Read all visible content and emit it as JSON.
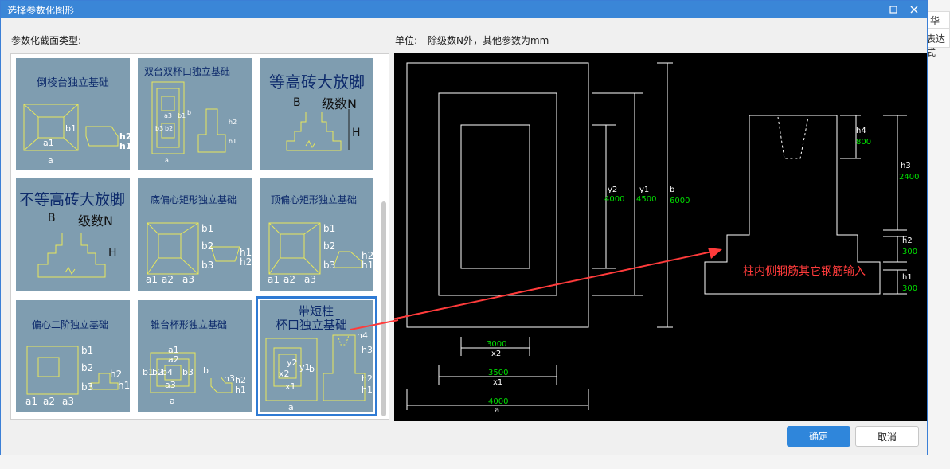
{
  "dialog": {
    "title": "选择参数化图形",
    "section_label": "参数化截面类型:",
    "units_label": "单位:",
    "units_note": "除级数N外，其他参数为mm",
    "ok_label": "确定",
    "cancel_label": "取消",
    "bg_side_text1": "华",
    "bg_side_text2": "表达式"
  },
  "tiles": [
    {
      "title": "倒棱台独立基础",
      "labels": [
        "b1",
        "h2",
        "h1",
        "a1",
        "a"
      ]
    },
    {
      "title": "双台双杯口独立基础",
      "labels": [
        "a3",
        "b3",
        "b2",
        "b1",
        "b",
        "h2",
        "h1",
        "a"
      ]
    },
    {
      "title": "等高砖大放脚",
      "labels": [
        "B",
        "级数N",
        "H"
      ]
    },
    {
      "title": "不等高砖大放脚",
      "labels": [
        "B",
        "级数N",
        "H"
      ]
    },
    {
      "title": "底偏心矩形独立基础",
      "labels": [
        "b1",
        "b2",
        "b3",
        "h1",
        "h2",
        "a1",
        "a2",
        "a3"
      ]
    },
    {
      "title": "顶偏心矩形独立基础",
      "labels": [
        "b1",
        "b2",
        "b3",
        "h2",
        "h1",
        "a1",
        "a2",
        "a3"
      ]
    },
    {
      "title": "偏心二阶独立基础",
      "labels": [
        "b1",
        "b2",
        "b3",
        "h2",
        "h1",
        "a1",
        "a2",
        "a3"
      ]
    },
    {
      "title": "锥台杯形独立基础",
      "labels": [
        "a1",
        "a2",
        "a3",
        "b1",
        "b2",
        "b3",
        "b4",
        "h3",
        "h2",
        "h1",
        "a",
        "b"
      ]
    },
    {
      "title": "带短柱杯口独立基础",
      "labels": [
        "x2",
        "x1",
        "y2",
        "y1",
        "b",
        "h4",
        "h3",
        "h2",
        "h1",
        "a"
      ]
    }
  ],
  "preview": {
    "params": {
      "x2": "3000",
      "x1": "3500",
      "a": "4000",
      "y2": "4000",
      "y1": "4500",
      "b": "6000",
      "h4": "800",
      "h3": "2400",
      "h2": "300",
      "h1": "300"
    },
    "param_names": {
      "x2": "x2",
      "x1": "x1",
      "a": "a",
      "y2": "y2",
      "y1": "y1",
      "b": "b",
      "h4": "h4",
      "h3": "h3",
      "h2": "h2",
      "h1": "h1"
    },
    "annotation": "柱内侧钢筋其它钢筋输入"
  },
  "colors": {
    "title_bar": "#3a86d7",
    "tile_bg": "#7f9db0",
    "drawing_line": "#e8e85a",
    "preview_bg": "#000000",
    "param_value": "#00e000",
    "annotation": "#ff3b3b",
    "ok_button": "#2f86db"
  }
}
